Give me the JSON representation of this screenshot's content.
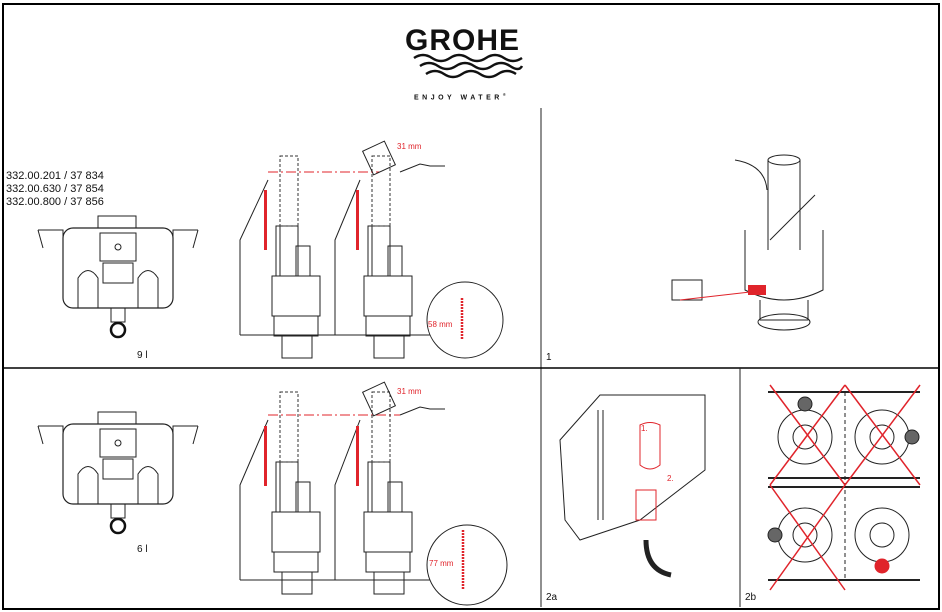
{
  "brand": {
    "name": "GROHE",
    "tagline": "ENJOY WATER",
    "reg_mark": "®"
  },
  "models": [
    "332.00.201 / 37 834",
    "332.00.630 / 37 854",
    "332.00.800 / 37 856"
  ],
  "panels": {
    "top_left": {
      "volume": "9 l",
      "dim_top": "31 mm",
      "dim_detail": "58 mm"
    },
    "top_right": {
      "step": "1"
    },
    "bottom_left": {
      "volume": "6 l",
      "dim_top": "31 mm",
      "dim_detail": "77 mm"
    },
    "bottom_mid": {
      "step": "2a",
      "arrow1": "1.",
      "arrow2": "2."
    },
    "bottom_right": {
      "step": "2b"
    }
  },
  "colors": {
    "accent": "#e0242b",
    "line": "#222222"
  }
}
